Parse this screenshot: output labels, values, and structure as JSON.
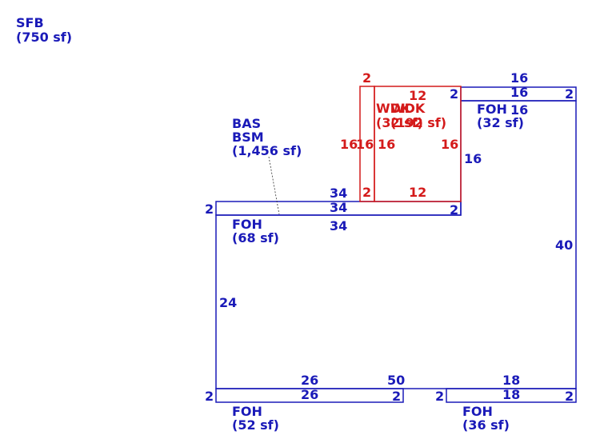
{
  "colors": {
    "blue": "#1a1ab8",
    "red": "#d41a1a"
  },
  "summary": {
    "code": "SFB",
    "area": "(750 sf)"
  },
  "main_area": {
    "code1": "BAS",
    "code2": "BSM",
    "area": "(1,456 sf)"
  },
  "areas": {
    "foh_top_left": {
      "code": "FOH",
      "area": "(68 sf)"
    },
    "foh_top_right": {
      "code": "FOH",
      "area": "(32 sf)"
    },
    "foh_bottom_left": {
      "code": "FOH",
      "area": "(52 sf)"
    },
    "foh_bottom_right": {
      "code": "FOH",
      "area": "(36 sf)"
    },
    "wdk1": {
      "code": "WDK",
      "area": "(32 sf)"
    },
    "wdk2": {
      "code": "WDK",
      "area": "(192 sf)"
    }
  },
  "dims": {
    "d16_top": "16",
    "d16_mid": "16",
    "d16_in": "16",
    "d2_tr_box": "2",
    "d2_tr_left": "2",
    "d16_right_of_step": "16",
    "d40_right": "40",
    "d34_top": "34",
    "d34_mid": "34",
    "d34_in": "34",
    "d2_left_top": "2",
    "d2_step": "2",
    "d24_left": "24",
    "d26_top": "26",
    "d26_mid": "26",
    "d2_bl_left": "2",
    "d2_bl_right": "2",
    "d50": "50",
    "d18_top": "18",
    "d18_mid": "18",
    "d2_br_left": "2",
    "d2_br_right": "2",
    "r2_top": "2",
    "r12_top": "12",
    "r16_a": "16",
    "r16_b": "16",
    "r16_c": "16",
    "r16_d": "16",
    "r2_bottom": "2",
    "r12_bottom": "12"
  }
}
